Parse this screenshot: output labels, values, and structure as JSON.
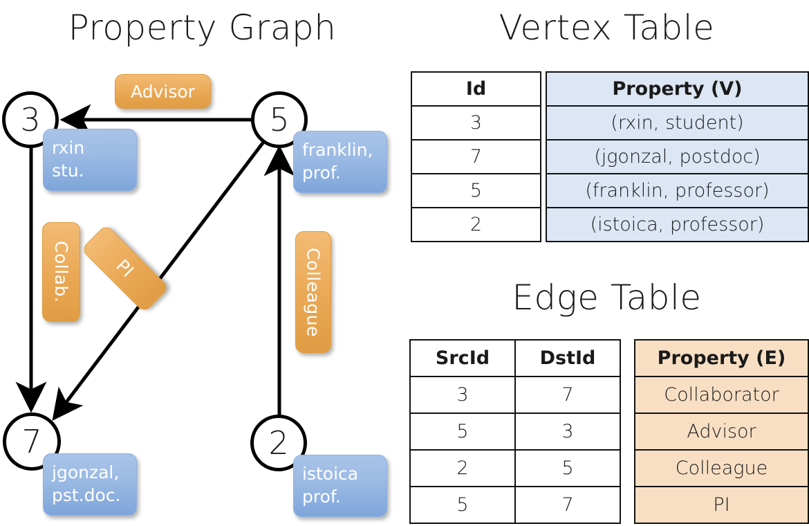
{
  "titles": {
    "property_graph": "Property Graph",
    "vertex_table": "Vertex Table",
    "edge_table": "Edge Table"
  },
  "graph": {
    "nodes": [
      {
        "id": "3",
        "label_line1": "rxin",
        "label_line2": "stu."
      },
      {
        "id": "5",
        "label_line1": "franklin,",
        "label_line2": "prof."
      },
      {
        "id": "7",
        "label_line1": "jgonzal,",
        "label_line2": "pst.doc."
      },
      {
        "id": "2",
        "label_line1": "istoica",
        "label_line2": "prof."
      }
    ],
    "edge_labels": [
      {
        "text": "Advisor"
      },
      {
        "text": "Collab."
      },
      {
        "text": "PI"
      },
      {
        "text": "Colleague"
      }
    ]
  },
  "vertex_table": {
    "headers": [
      "Id",
      "Property (V)"
    ],
    "rows": [
      {
        "id": "3",
        "property": "(rxin, student)"
      },
      {
        "id": "7",
        "property": "(jgonzal, postdoc)"
      },
      {
        "id": "5",
        "property": "(franklin, professor)"
      },
      {
        "id": "2",
        "property": "(istoica, professor)"
      }
    ]
  },
  "edge_table": {
    "headers": [
      "SrcId",
      "DstId",
      "Property (E)"
    ],
    "rows": [
      {
        "src": "3",
        "dst": "7",
        "property": "Collaborator"
      },
      {
        "src": "5",
        "dst": "3",
        "property": "Advisor"
      },
      {
        "src": "2",
        "dst": "5",
        "property": "Colleague"
      },
      {
        "src": "5",
        "dst": "7",
        "property": "PI"
      }
    ]
  },
  "colors": {
    "vertex_header_fill": "#dce6f4",
    "edge_header_fill": "#f8dfc4",
    "vertex_badge": "#8fb4e0",
    "edge_badge": "#eaa855",
    "stroke": "#000000"
  }
}
